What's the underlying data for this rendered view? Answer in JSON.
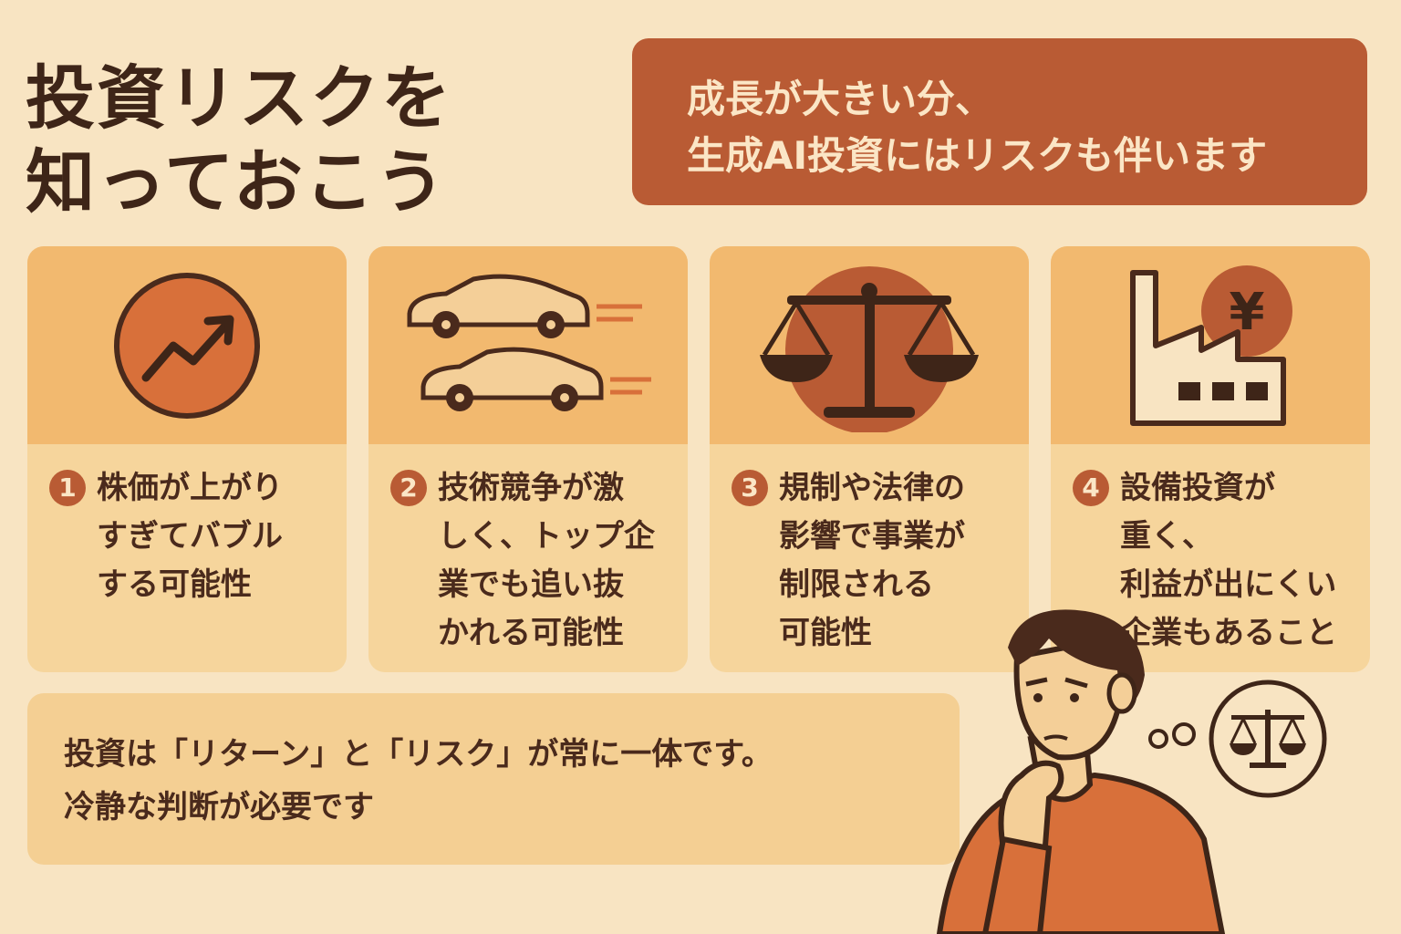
{
  "title": [
    "投資リスクを",
    "知っておこう"
  ],
  "banner": [
    "成長が大きい分、",
    "生成AI投資にはリスクも伴います"
  ],
  "cards": [
    {
      "num": "1",
      "icon": "rising-chart-icon",
      "lines": [
        "株価が上がり",
        "すぎてバブル",
        "する可能性"
      ]
    },
    {
      "num": "2",
      "icon": "racing-cars-icon",
      "lines": [
        "技術競争が激",
        "しく、トップ企",
        "業でも追い抜",
        "かれる可能性"
      ]
    },
    {
      "num": "3",
      "icon": "balance-scale-icon",
      "lines": [
        "規制や法律の",
        "影響で事業が",
        "制限される",
        "可能性"
      ]
    },
    {
      "num": "4",
      "icon": "factory-yen-icon",
      "lines": [
        "設備投資が",
        "重く、",
        "利益が出にくい",
        "企業もあること"
      ]
    }
  ],
  "bottom": [
    "投資は「リターン」と「リスク」が常に一体です。",
    "冷静な判断が必要です"
  ],
  "colors": {
    "background": "#f8e4c2",
    "accent": "#b95b34",
    "text": "#4a2a1c"
  }
}
